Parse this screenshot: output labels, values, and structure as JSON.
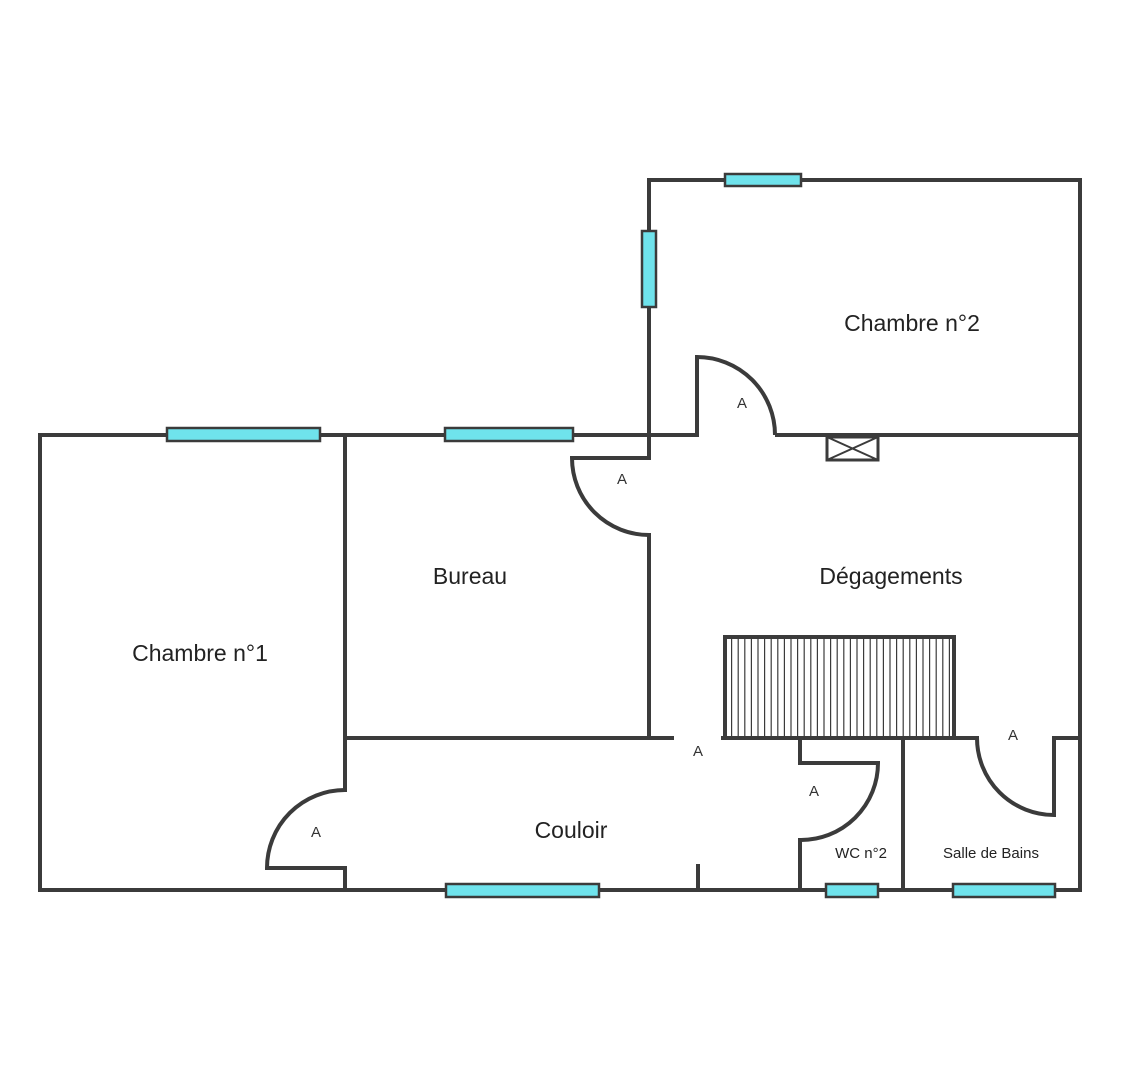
{
  "colors": {
    "wall": "#3b3b3b",
    "window": "#6fe3ec",
    "background": "#ffffff"
  },
  "rooms": {
    "chambre_1": "Chambre n°1",
    "chambre_2": "Chambre n°2",
    "bureau": "Bureau",
    "degagements": "Dégagements",
    "couloir": "Couloir",
    "wc_2": "WC n°2",
    "salle_de_bains": "Salle de Bains"
  },
  "door_marker": "A"
}
